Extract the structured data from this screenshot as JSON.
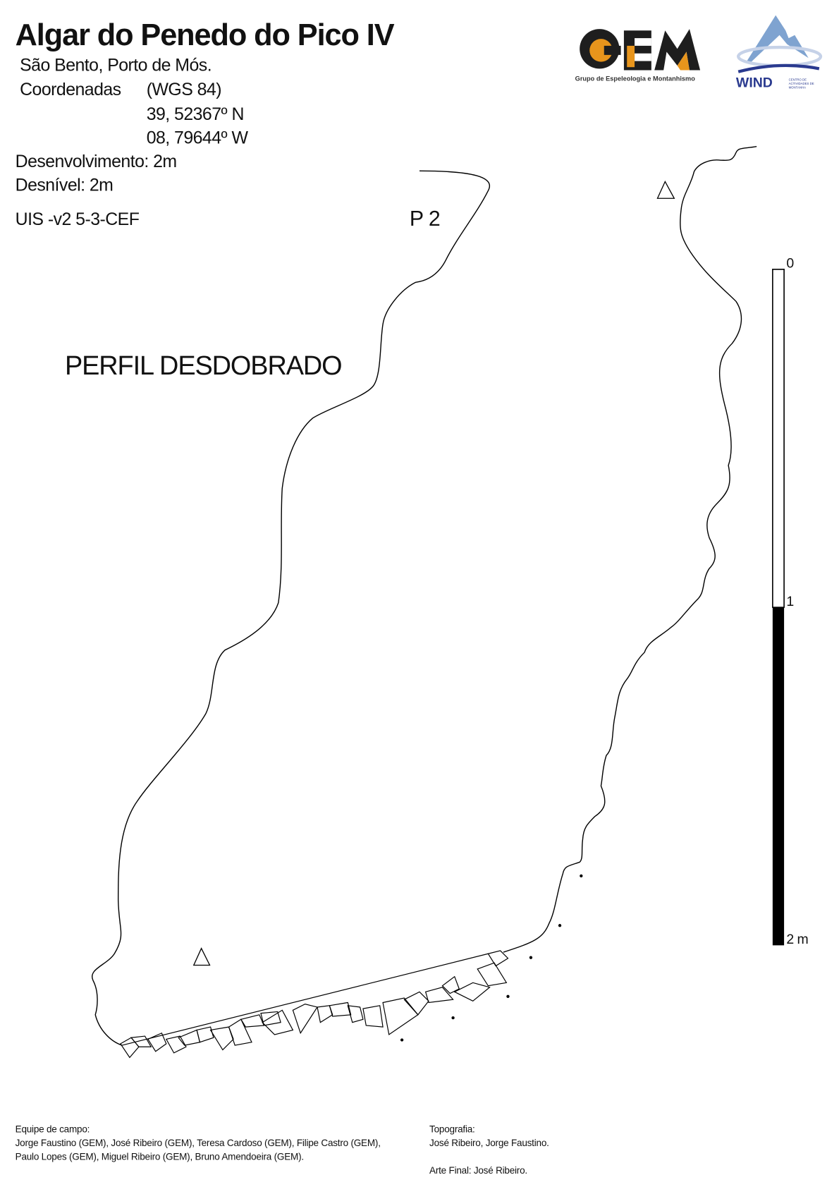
{
  "header": {
    "title": "Algar do Penedo do Pico IV",
    "location": "São Bento, Porto de Mós.",
    "coords_label": "Coordenadas",
    "datum": "(WGS 84)",
    "lat": "39, 52367º N",
    "lon": "08, 79644º W",
    "development": "Desenvolvimento: 2m",
    "depth": "Desnível:  2m",
    "uis": "UIS -v2 5-3-CEF"
  },
  "drawing": {
    "pitch_label": "P 2",
    "view_label": "PERFIL DESDOBRADO"
  },
  "scale_bar": {
    "labels": [
      "0",
      "1",
      "2 m"
    ],
    "max_m": 2,
    "color_dark": "#000000"
  },
  "logos": {
    "gem": {
      "text": "GEM",
      "subtitle": "Grupo de Espeleologia e Montanhismo",
      "accent": "#e8951c"
    },
    "wind": {
      "text": "WIND",
      "subtitle": "CENTRO DE ACTIVIDADES DE MONTANHA",
      "accent": "#7fa3d0",
      "dark": "#2a3a8f"
    }
  },
  "footer": {
    "team_label": "Equipe de campo:",
    "team_line1": "Jorge Faustino (GEM), José Ribeiro (GEM), Teresa Cardoso (GEM), Filipe Castro (GEM),",
    "team_line2": "Paulo Lopes (GEM), Miguel Ribeiro (GEM), Bruno Amendoeira (GEM).",
    "topo_label": "Topografia:",
    "topo_names": "José Ribeiro, Jorge Faustino.",
    "art": "Arte Final: José Ribeiro."
  }
}
